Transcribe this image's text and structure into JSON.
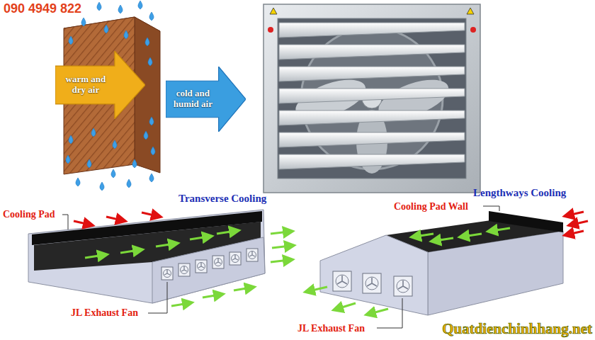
{
  "diagram": {
    "nodes": [
      {
        "text": [
          "warm and dry air"
        ]
      },
      {
        "text": [
          "cold and humid air"
        ]
      }
    ],
    "labels": [
      "090 4949 822",
      "Transverse Cooling",
      "Cooling Pad",
      "JL Exhaust Fan",
      "Lengthways Cooling",
      "Cooling Pad Wall",
      "JL Exhaust Fan",
      "Quatdienchinhhang.net"
    ]
  }
}
